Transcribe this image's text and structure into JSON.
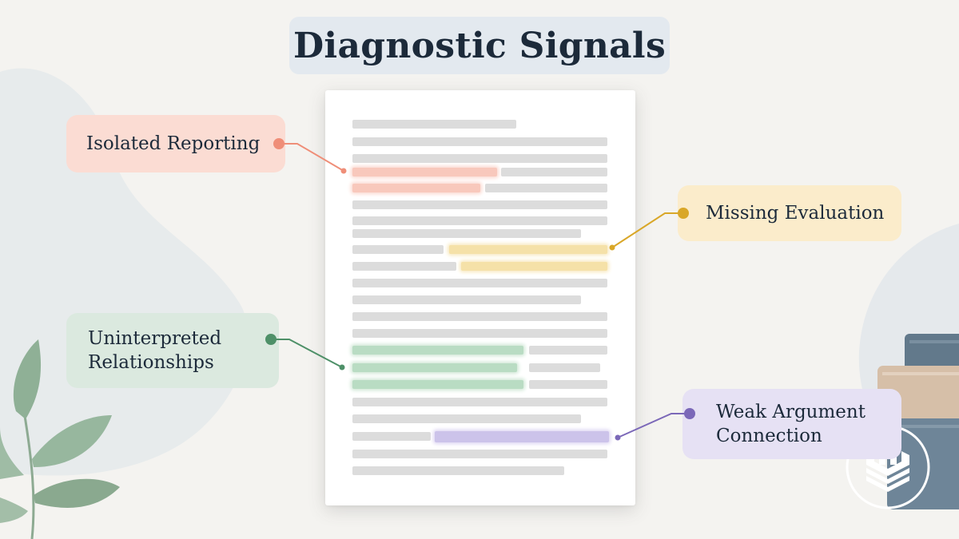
{
  "title": "Diagnostic Signals",
  "colors": {
    "red": "#ef8e78",
    "yellow": "#d9a728",
    "green": "#4e9068",
    "purple": "#7b68b8",
    "line_gray": "#dcdcdc"
  },
  "labels": {
    "isolated": {
      "line1": "Isolated Reporting",
      "line2": ""
    },
    "missing": {
      "line1": "Missing Evaluation",
      "line2": ""
    },
    "uninterpreted": {
      "line1": "Uninterpreted",
      "line2": "Relationships"
    },
    "weak": {
      "line1": "Weak Argument",
      "line2": "Connection"
    }
  },
  "icons": {
    "plant": "leaf-plant-icon",
    "books": "book-stack-icon",
    "logo": "logo-emblem-icon"
  }
}
